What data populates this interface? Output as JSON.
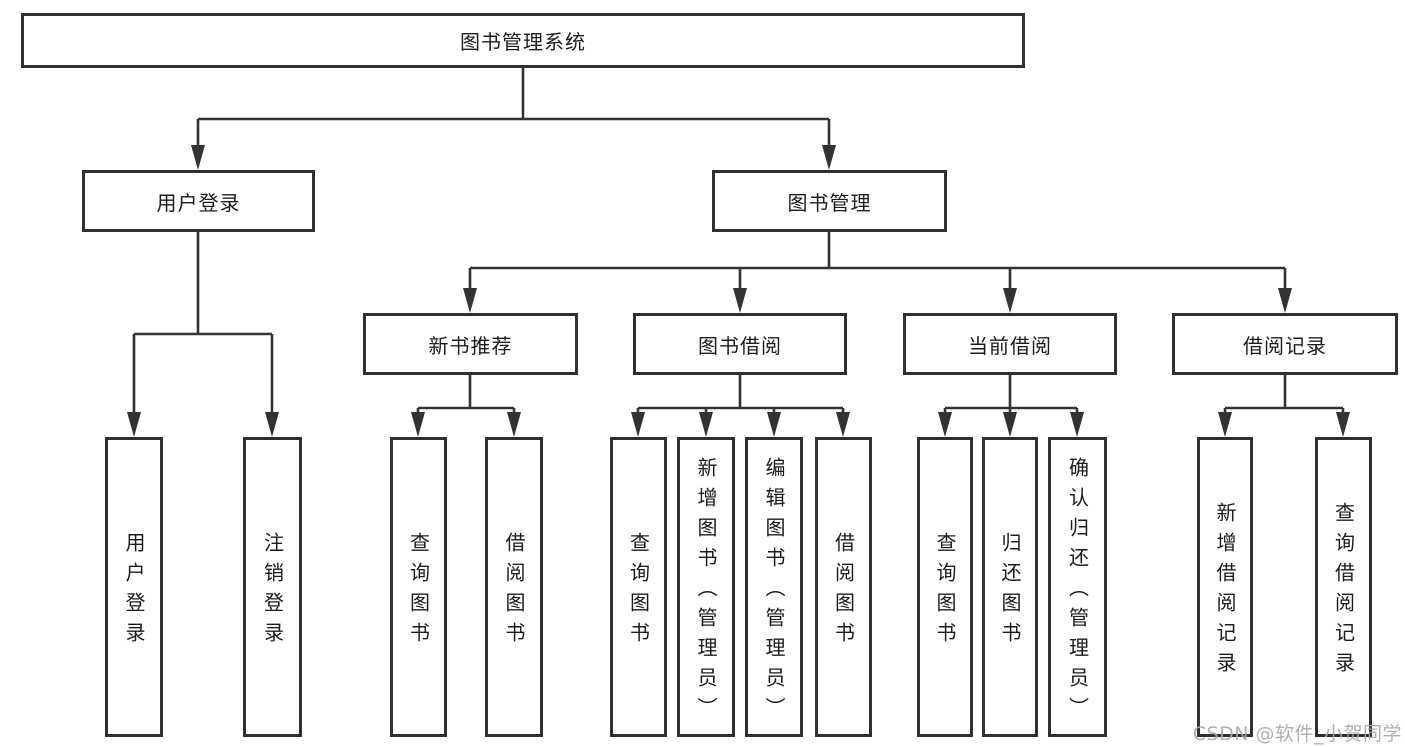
{
  "tree": {
    "root": {
      "label": "图书管理系统"
    },
    "branches": [
      {
        "label": "用户登录",
        "children": [
          {
            "label": "用户登录"
          },
          {
            "label": "注销登录"
          }
        ]
      },
      {
        "label": "图书管理",
        "children": [
          {
            "label": "新书推荐",
            "children": [
              {
                "label": "查询图书"
              },
              {
                "label": "借阅图书"
              }
            ]
          },
          {
            "label": "图书借阅",
            "children": [
              {
                "label": "查询图书"
              },
              {
                "label": "新增图书（管理员）"
              },
              {
                "label": "编辑图书（管理员）"
              },
              {
                "label": "借阅图书"
              }
            ]
          },
          {
            "label": "当前借阅",
            "children": [
              {
                "label": "查询图书"
              },
              {
                "label": "归还图书"
              },
              {
                "label": "确认归还（管理员）"
              }
            ]
          },
          {
            "label": "借阅记录",
            "children": [
              {
                "label": "新增借阅记录"
              },
              {
                "label": "查询借阅记录"
              }
            ]
          }
        ]
      }
    ]
  },
  "watermark": {
    "text": "CSDN @软件_小贺同学"
  },
  "colors": {
    "line": "#333333",
    "box_border": "#2f2f2f",
    "text": "#1c1c1c",
    "watermark": "#a8a8a8",
    "background": "#ffffff"
  }
}
